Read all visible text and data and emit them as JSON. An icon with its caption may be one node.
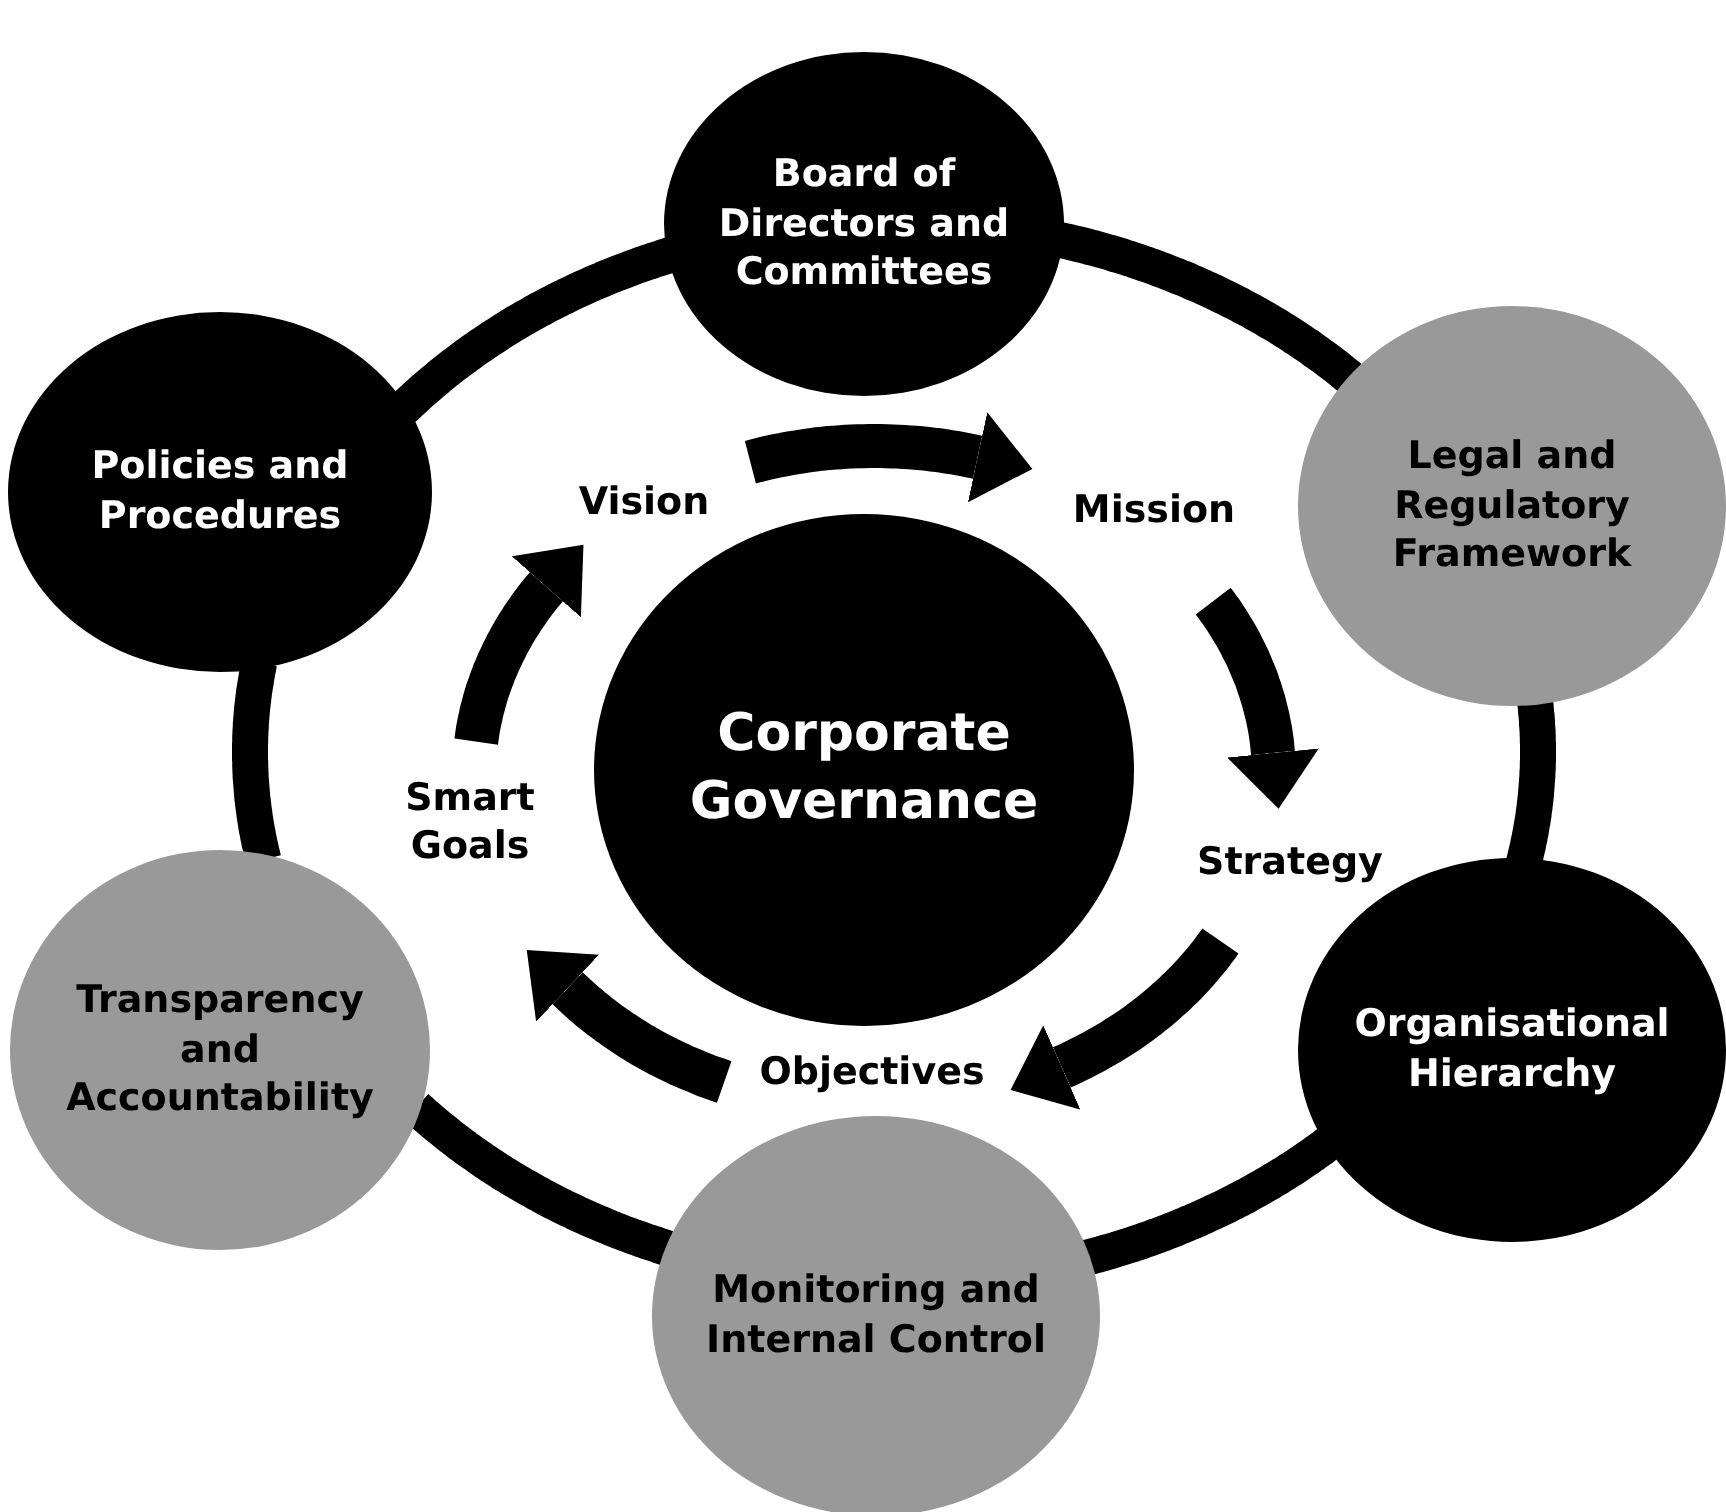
{
  "diagram": {
    "nodes": [
      {
        "text": [
          "Board of Directors and Committees"
        ]
      },
      {
        "text": [
          "Legal and Regulatory Framework"
        ]
      },
      {
        "text": [
          "Organisational Hierarchy"
        ]
      },
      {
        "text": [
          "Monitoring and Internal Control"
        ]
      },
      {
        "text": [
          "Transparency and Accountability"
        ]
      },
      {
        "text": [
          "Policies and Procedures"
        ]
      },
      {
        "text": [
          "Corporate Governance"
        ]
      },
      {
        "text": [
          "Vision"
        ]
      },
      {
        "text": [
          "Mission"
        ]
      },
      {
        "text": [
          "Strategy"
        ]
      },
      {
        "text": [
          "Objectives"
        ]
      },
      {
        "text": [
          "Smart Goals"
        ]
      }
    ],
    "edges": [
      {
        "from": 0,
        "to": 1,
        "arrow": "none"
      },
      {
        "from": 1,
        "to": 2,
        "arrow": "none"
      },
      {
        "from": 2,
        "to": 3,
        "arrow": "none"
      },
      {
        "from": 3,
        "to": 4,
        "arrow": "none"
      },
      {
        "from": 4,
        "to": 5,
        "arrow": "none"
      },
      {
        "from": 5,
        "to": 0,
        "arrow": "none"
      },
      {
        "from": 7,
        "to": 8,
        "arrow": "to"
      },
      {
        "from": 8,
        "to": 9,
        "arrow": "to"
      },
      {
        "from": 9,
        "to": 10,
        "arrow": "to"
      },
      {
        "from": 10,
        "to": 11,
        "arrow": "to"
      },
      {
        "from": 11,
        "to": 7,
        "arrow": "to"
      }
    ]
  }
}
